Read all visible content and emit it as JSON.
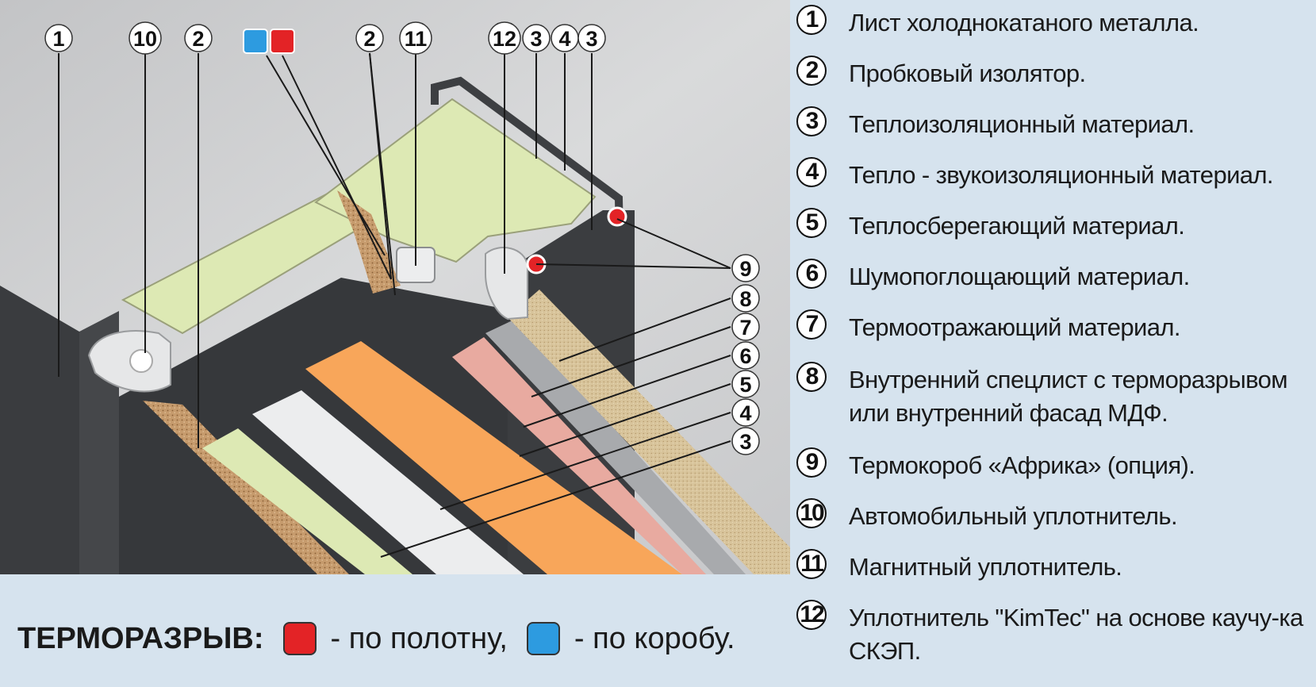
{
  "colors": {
    "red_marker": "#e32326",
    "blue_marker": "#2d9be0",
    "panel_background": "#d6e3ee",
    "metal": "#3a3c3f",
    "insulation_green": "#dde9b4",
    "cork": "#c9a47a",
    "orange_layer": "#f8a65a",
    "white_layer": "#ecedee",
    "pink_layer": "#e8aaa0",
    "mdf": "#d9c9a3"
  },
  "callouts": {
    "top": [
      "1",
      "10",
      "2",
      "2",
      "11",
      "12",
      "3",
      "4",
      "3"
    ],
    "right": [
      "9",
      "8",
      "7",
      "6",
      "5",
      "4",
      "3"
    ]
  },
  "legend": [
    {
      "num": "1",
      "text": "Лист холоднокатаного металла."
    },
    {
      "num": "2",
      "text": "Пробковый изолятор."
    },
    {
      "num": "3",
      "text": "Теплоизоляционный материал."
    },
    {
      "num": "4",
      "text": "Тепло - звукоизоляционный материал."
    },
    {
      "num": "5",
      "text": "Теплосберегающий материал."
    },
    {
      "num": "6",
      "text": "Шумопоглощающий материал."
    },
    {
      "num": "7",
      "text": "Термоотражающий материал."
    },
    {
      "num": "8",
      "text": "Внутренний спецлист с терморазрывом или внутренний фасад МДФ."
    },
    {
      "num": "9",
      "text": "Термокороб «Африка» (опция)."
    },
    {
      "num": "10",
      "text": "Автомобильный уплотнитель."
    },
    {
      "num": "11",
      "text": "Магнитный уплотнитель."
    },
    {
      "num": "12",
      "text": "Уплотнитель \"KimTec\" на основе каучу-ка СКЭП."
    }
  ],
  "thermal_break": {
    "title": "ТЕРМОРАЗРЫВ:",
    "red_text": "- по полотну,",
    "blue_text": "- по коробу."
  }
}
